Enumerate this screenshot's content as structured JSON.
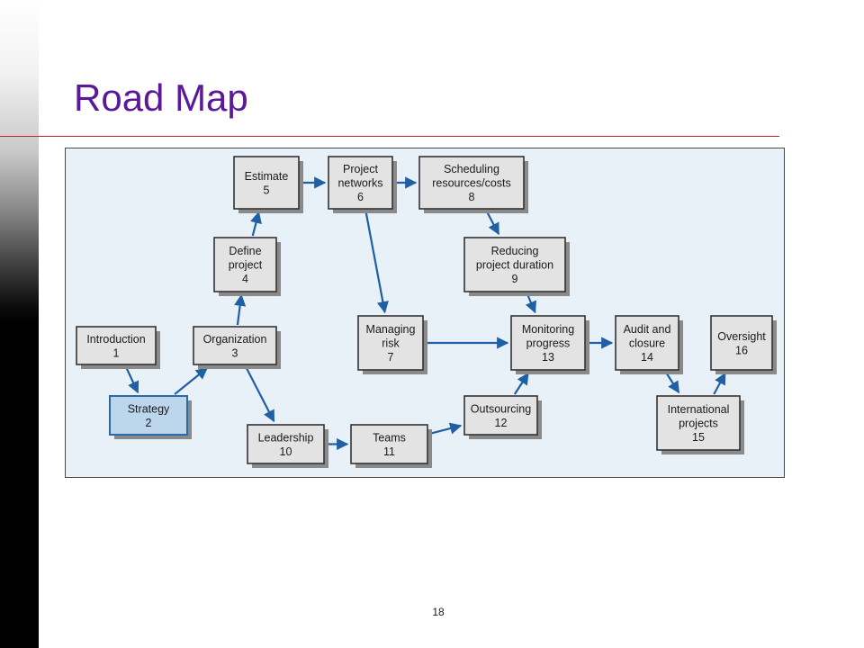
{
  "slide": {
    "title": "Road Map",
    "page_number": "18"
  },
  "colors": {
    "title": "#5a189a",
    "rule": "#b5283c",
    "panel_bg": "#e8f0f8",
    "node_fill": "#e3e3e3",
    "highlight_fill": "#bcd6ec",
    "arrow": "#1f5fa3"
  },
  "nodes": [
    {
      "id": "introduction",
      "lines": [
        "Introduction",
        "1"
      ]
    },
    {
      "id": "strategy",
      "lines": [
        "Strategy",
        "2"
      ],
      "highlight": true
    },
    {
      "id": "organization",
      "lines": [
        "Organization",
        "3"
      ]
    },
    {
      "id": "define-project",
      "lines": [
        "Define",
        "project",
        "4"
      ]
    },
    {
      "id": "estimate",
      "lines": [
        "Estimate",
        "5"
      ]
    },
    {
      "id": "project-networks",
      "lines": [
        "Project",
        "networks",
        "6"
      ]
    },
    {
      "id": "managing-risk",
      "lines": [
        "Managing",
        "risk",
        "7"
      ]
    },
    {
      "id": "scheduling",
      "lines": [
        "Scheduling",
        "resources/costs",
        "8"
      ]
    },
    {
      "id": "reducing-duration",
      "lines": [
        "Reducing",
        "project duration",
        "9"
      ]
    },
    {
      "id": "leadership",
      "lines": [
        "Leadership",
        "10"
      ]
    },
    {
      "id": "teams",
      "lines": [
        "Teams",
        "11"
      ]
    },
    {
      "id": "outsourcing",
      "lines": [
        "Outsourcing",
        "12"
      ]
    },
    {
      "id": "monitoring",
      "lines": [
        "Monitoring",
        "progress",
        "13"
      ]
    },
    {
      "id": "audit-closure",
      "lines": [
        "Audit and",
        "closure",
        "14"
      ]
    },
    {
      "id": "international",
      "lines": [
        "International",
        "projects",
        "15"
      ]
    },
    {
      "id": "oversight",
      "lines": [
        "Oversight",
        "16"
      ]
    }
  ],
  "edges": [
    {
      "from": "introduction",
      "to": "strategy"
    },
    {
      "from": "strategy",
      "to": "organization"
    },
    {
      "from": "organization",
      "to": "define-project"
    },
    {
      "from": "define-project",
      "to": "estimate"
    },
    {
      "from": "estimate",
      "to": "project-networks"
    },
    {
      "from": "project-networks",
      "to": "scheduling"
    },
    {
      "from": "project-networks",
      "to": "managing-risk"
    },
    {
      "from": "scheduling",
      "to": "reducing-duration"
    },
    {
      "from": "reducing-duration",
      "to": "monitoring"
    },
    {
      "from": "managing-risk",
      "to": "monitoring"
    },
    {
      "from": "organization",
      "to": "leadership"
    },
    {
      "from": "leadership",
      "to": "teams"
    },
    {
      "from": "teams",
      "to": "outsourcing"
    },
    {
      "from": "outsourcing",
      "to": "monitoring"
    },
    {
      "from": "monitoring",
      "to": "audit-closure"
    },
    {
      "from": "audit-closure",
      "to": "international"
    },
    {
      "from": "international",
      "to": "oversight"
    }
  ]
}
